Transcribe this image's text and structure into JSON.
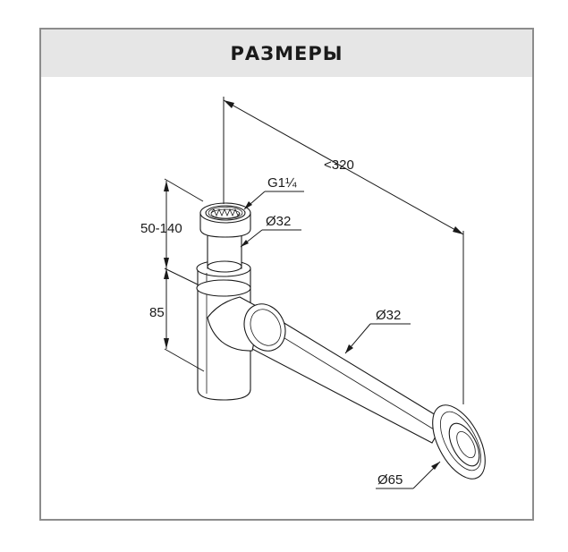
{
  "header": {
    "title": "РАЗМЕРЫ"
  },
  "dimensions": {
    "length": "<320",
    "thread": "G1¼",
    "inlet_diameter": "Ø32",
    "height_adjust": "50-140",
    "body_height": "85",
    "outlet_diameter": "Ø32",
    "flange_diameter": "Ø65"
  },
  "colors": {
    "header_bg": "#e6e6e6",
    "frame_border": "#8c8c8c",
    "line": "#1a1a1a"
  }
}
